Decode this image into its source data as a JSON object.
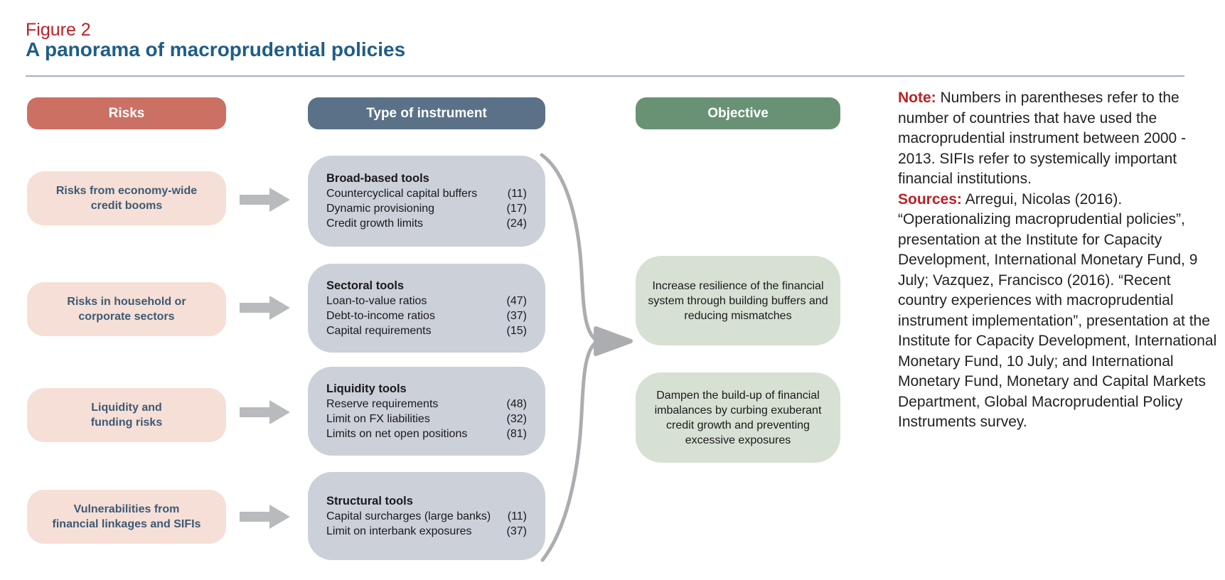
{
  "figure": {
    "label": "Figure 2",
    "title": "A panorama of macroprudential policies"
  },
  "headers": {
    "risks": "Risks",
    "instruments": "Type of instrument",
    "objective": "Objective"
  },
  "risks": [
    {
      "line1": "Risks from economy-wide",
      "line2": "credit booms"
    },
    {
      "line1": "Risks in household or",
      "line2": "corporate sectors"
    },
    {
      "line1": "Liquidity and",
      "line2": "funding risks"
    },
    {
      "line1": "Vulnerabilities from",
      "line2": "financial linkages and SIFIs"
    }
  ],
  "instruments": [
    {
      "title": "Broad-based tools",
      "items": [
        {
          "name": "Countercyclical capital buffers",
          "count": "(11)"
        },
        {
          "name": "Dynamic provisioning",
          "count": "(17)"
        },
        {
          "name": "Credit growth limits",
          "count": "(24)"
        }
      ]
    },
    {
      "title": "Sectoral tools",
      "items": [
        {
          "name": "Loan-to-value ratios",
          "count": "(47)"
        },
        {
          "name": "Debt-to-income ratios",
          "count": "(37)"
        },
        {
          "name": "Capital requirements",
          "count": "(15)"
        }
      ]
    },
    {
      "title": "Liquidity tools",
      "items": [
        {
          "name": "Reserve requirements",
          "count": "(48)"
        },
        {
          "name": "Limit on FX liabilities",
          "count": "(32)"
        },
        {
          "name": "Limits on net open positions",
          "count": "(81)"
        }
      ]
    },
    {
      "title": "Structural tools",
      "items": [
        {
          "name": "Capital surcharges (large banks)",
          "count": "(11)"
        },
        {
          "name": "Limit on interbank exposures",
          "count": "(37)"
        }
      ]
    }
  ],
  "objectives": [
    {
      "text": "Increase resilience of the financial system through building buffers and reducing mismatches"
    },
    {
      "text": "Dampen the build-up of financial imbalances by curbing exuberant credit growth and preventing excessive exposures"
    }
  ],
  "note": {
    "label": "Note:",
    "text": "Numbers in parentheses refer to the number of countries that have used the macroprudential instrument between 2000 - 2013. SIFIs refer to systemically important financial institutions."
  },
  "sources": {
    "label": "Sources:",
    "text": "Arregui, Nicolas (2016). “Operationalizing macroprudential policies”, presentation at the Institute for Capacity Development, International Monetary Fund, 9 July; Vazquez, Francisco (2016). “Recent country experiences with macroprudential instrument implementation”, presentation at the Institute for Capacity Development, International Monetary Fund, 10 July; and International Monetary Fund, Monetary and Capital Markets Department, Global Macroprudential Policy Instruments survey."
  },
  "colors": {
    "figure_label_red": "#BE2025",
    "title_blue": "#1F5D87",
    "risks_header_bg": "#CB7063",
    "instruments_header_bg": "#5A7188",
    "objective_header_bg": "#699275",
    "risk_box_bg": "#F6DFD6",
    "risk_box_text": "#3D5A75",
    "instrument_box_bg": "#CBD0D9",
    "objective_box_bg": "#D6E0D3",
    "arrow_gray": "#B9BABE",
    "brace_gray": "#ACADB1",
    "divider_gray": "#A7B1BD",
    "body_text": "#231F20"
  }
}
